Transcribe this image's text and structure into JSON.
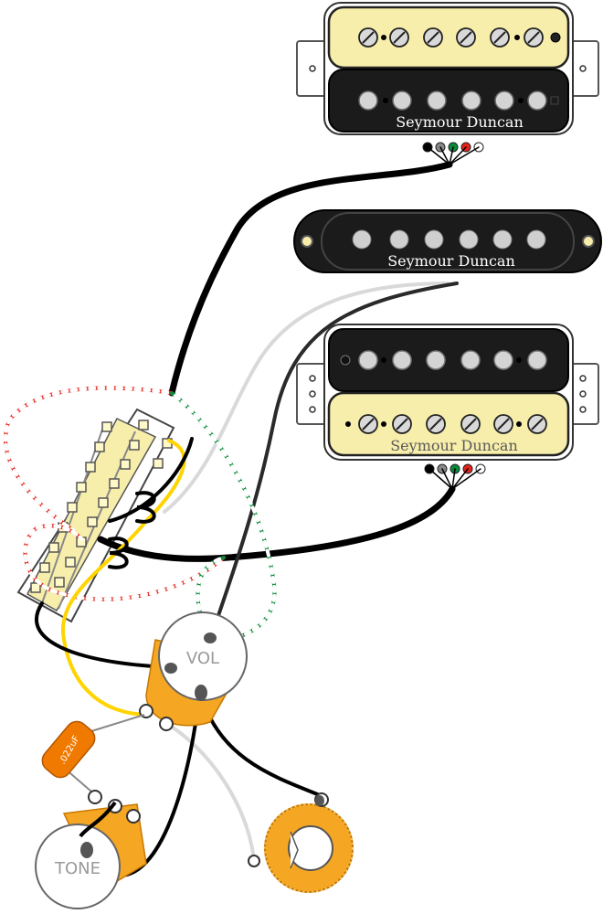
{
  "bridge_humbucker": {
    "brand": "Seymour Duncan"
  },
  "middle_single_coil": {
    "brand": "Seymour Duncan"
  },
  "neck_humbucker": {
    "brand": "Seymour Duncan"
  },
  "volume_pot": {
    "label": "VOL"
  },
  "tone_pot": {
    "label": "TONE"
  },
  "capacitor": {
    "value": ".022uF"
  },
  "colors": {
    "zebra_cream": "#f8eeab",
    "coil_black": "#1b1b1b",
    "pot_body": "#f5a623",
    "wire_black": "#000000",
    "wire_white": "#d9d9d9",
    "wire_yellow": "#ffd400",
    "wire_red": "#e2231a",
    "wire_green": "#0a8a3a",
    "capacitor": "#f07a00"
  }
}
